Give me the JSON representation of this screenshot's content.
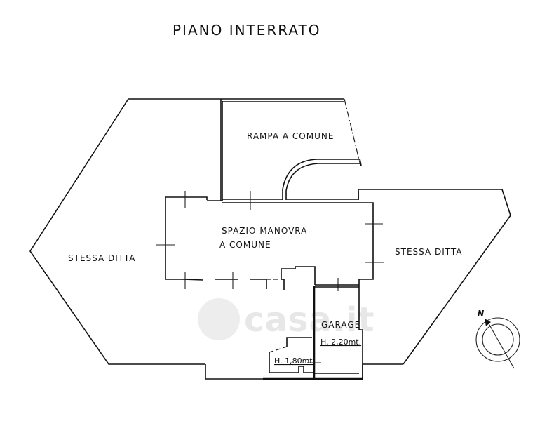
{
  "plan": {
    "title": "PIANO INTERRATO",
    "rooms": {
      "ramp": "RAMPA A COMUNE",
      "maneuver_line1": "SPAZIO MANOVRA",
      "maneuver_line2": "A COMUNE",
      "left_property": "STESSA DITTA",
      "right_property": "STESSA DITTA",
      "garage": "GARAGE",
      "garage_height": "H. 2,20mt.",
      "storage_height": "H. 1,80mt."
    },
    "compass": {
      "label": "N"
    },
    "watermark": "casa.it"
  },
  "colors": {
    "line": "#111111",
    "background": "#ffffff",
    "watermark": "#bdbdbd"
  }
}
